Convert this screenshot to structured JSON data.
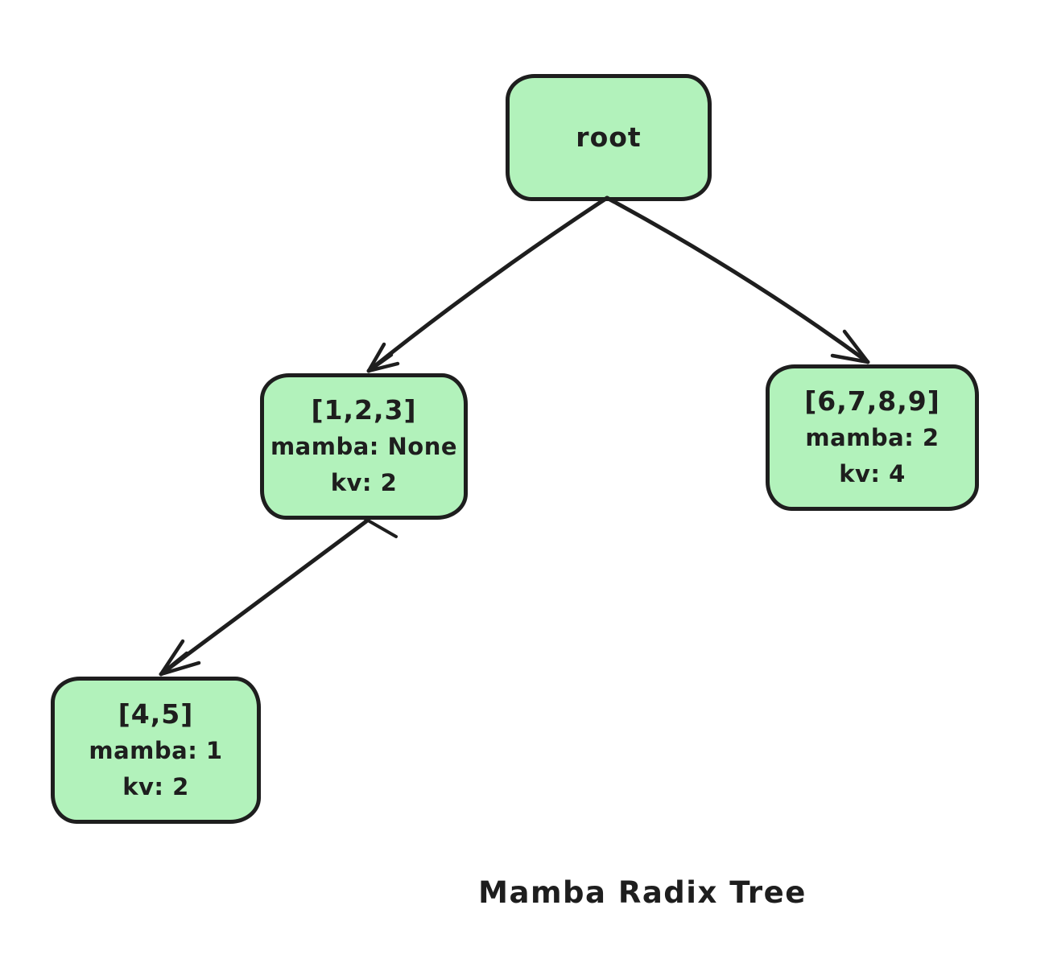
{
  "title": "Mamba Radix Tree",
  "colors": {
    "node_fill": "#b2f2bb",
    "stroke": "#1e1e1e",
    "text": "#1e1e1e",
    "background": "#ffffff"
  },
  "nodes": [
    {
      "id": "root",
      "lines": [
        "root"
      ]
    },
    {
      "id": "seq-1-2-3",
      "lines": [
        "[1,2,3]",
        "mamba: None",
        "kv: 2"
      ]
    },
    {
      "id": "seq-6-7-8-9",
      "lines": [
        "[6,7,8,9]",
        "mamba: 2",
        "kv: 4"
      ]
    },
    {
      "id": "seq-4-5",
      "lines": [
        "[4,5]",
        "mamba: 1",
        "kv: 2"
      ]
    }
  ],
  "edges": [
    {
      "from": "root",
      "to": "seq-1-2-3"
    },
    {
      "from": "root",
      "to": "seq-6-7-8-9"
    },
    {
      "from": "seq-1-2-3",
      "to": "seq-4-5"
    }
  ]
}
